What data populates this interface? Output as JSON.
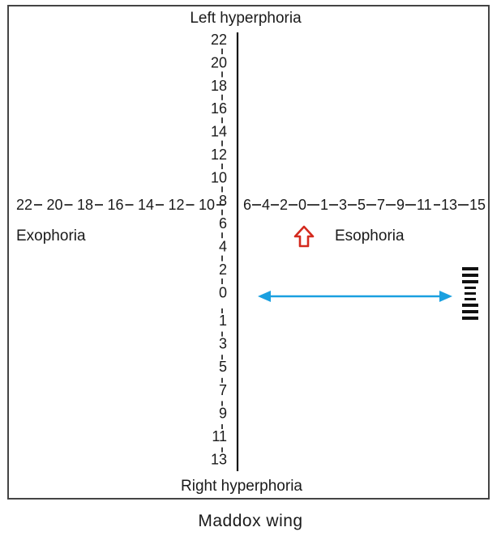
{
  "labels": {
    "top": "Left hyperphoria",
    "bottom": "Right hyperphoria",
    "left": "Exophoria",
    "right": "Esophoria"
  },
  "scale": {
    "vertical_upper": [
      "22",
      "20",
      "18",
      "16",
      "14",
      "12",
      "10",
      "8",
      "6",
      "4",
      "2",
      "0"
    ],
    "vertical_lower": [
      "1",
      "3",
      "5",
      "7",
      "9",
      "11",
      "13"
    ],
    "horizontal_left": [
      "22",
      "20",
      "18",
      "16",
      "14",
      "12",
      "10"
    ],
    "horizontal_right": [
      "6",
      "4",
      "2",
      "0",
      "1",
      "3",
      "5",
      "7",
      "9",
      "11",
      "13",
      "15"
    ]
  },
  "colors": {
    "arrow_red": "#d42a1e",
    "arrow_blue": "#1aa0e0",
    "line": "#111111"
  },
  "caption": "Maddox wing"
}
